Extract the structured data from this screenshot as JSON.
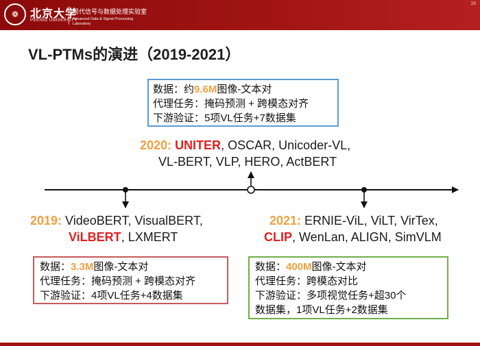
{
  "header": {
    "university_cn": "北京大学",
    "university_en": "PEKING UNIVERSITY",
    "seal_glyph": "❁",
    "lab_cn": "现代信号与数据处理实验室",
    "lab_en_line1": "Advanced Data & Signal Processing",
    "lab_en_line2": "Laboratory",
    "page_number": "16"
  },
  "slide": {
    "title": "VL-PTMs的演进（2019-2021）"
  },
  "milestones": [
    {
      "year_label": "2019:",
      "line1_text": " VideoBERT, VisualBERT,",
      "highlight_model": "ViLBERT",
      "line2_rest": ", LXMERT",
      "box": {
        "data_label": "数据：",
        "data_value": "3.3M",
        "data_suffix": "图像-文本对",
        "proxy_line": "代理任务：掩码预测 + 跨模态对齐",
        "downstream_line": "下游验证：4项VL任务+4数据集"
      }
    },
    {
      "year_label": "2020:",
      "highlight_model": "UNITER",
      "line1_rest": ", OSCAR, Unicoder-VL,",
      "line2_text": "VL-BERT, VLP, HERO, ActBERT",
      "box": {
        "data_label": "数据：约",
        "data_value": "9.6M",
        "data_suffix": "图像-文本对",
        "proxy_line": "代理任务：掩码预测 + 跨模态对齐",
        "downstream_line": "下游验证：5项VL任务+7数据集"
      }
    },
    {
      "year_label": "2021:",
      "line1_text": " ERNIE-ViL, ViLT, VirTex,",
      "highlight_model": "CLIP",
      "line2_rest": ", WenLan, ALIGN, SimVLM",
      "box": {
        "data_label": "数据：",
        "data_value": "400M",
        "data_suffix": "图像-文本对",
        "proxy_line": "代理任务：跨模态对比",
        "downstream_line1": "下游验证：多项视觉任务+超30个",
        "downstream_line2": "数据集，1项VL任务+2数据集"
      }
    }
  ],
  "colors": {
    "header_red": "#a11414",
    "year_orange": "#f0a040",
    "model_red": "#e02020",
    "box_blue": "#5b9bd5",
    "box_red": "#c55a5a",
    "box_green": "#70ad47"
  }
}
